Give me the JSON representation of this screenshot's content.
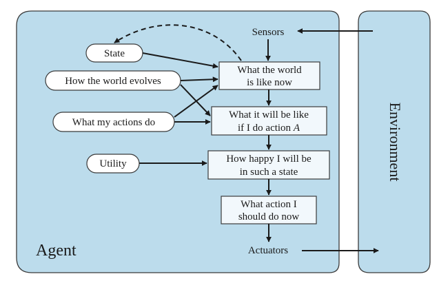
{
  "agent": {
    "label": "Agent"
  },
  "environment": {
    "label": "Environment"
  },
  "sensors": {
    "label": "Sensors"
  },
  "actuators": {
    "label": "Actuators"
  },
  "state_nodes": {
    "state": "State",
    "world_evolves": "How the world evolves",
    "actions_do": "What my actions do",
    "utility": "Utility"
  },
  "process_boxes": {
    "world_now": {
      "line1": "What the world",
      "line2": "is like now"
    },
    "will_be": {
      "line1": "What it will be like",
      "line2_prefix": "if I do action ",
      "line2_var": "A"
    },
    "happy": {
      "line1": "How happy I will be",
      "line2": "in such a state"
    },
    "action": {
      "line1": "What action I",
      "line2": "should do now"
    }
  },
  "colors": {
    "panel_fill": "#bcdcec",
    "panel_stroke": "#3a3a3a",
    "box_fill": "#f2f8fc",
    "node_fill": "#ffffff",
    "arrow": "#1a1a1a"
  }
}
